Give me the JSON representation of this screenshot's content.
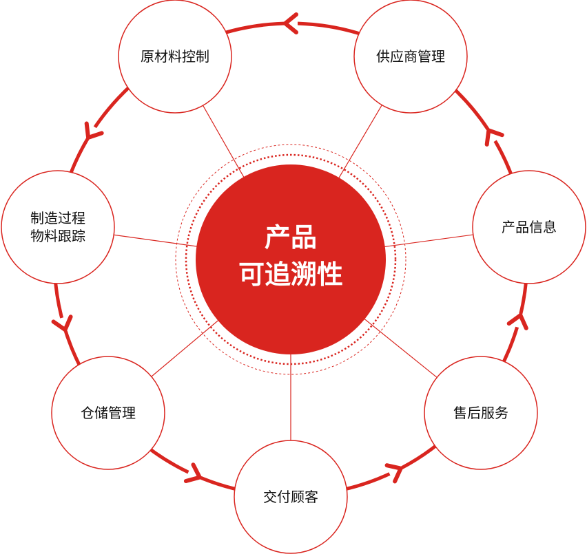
{
  "colors": {
    "accent": "#d9251f",
    "node_fill": "#ffffff",
    "text": "#111111"
  },
  "center": {
    "line1": "产品",
    "line2": "可追溯性"
  },
  "nodes": [
    {
      "id": "raw-material",
      "lines": [
        "原材料控制"
      ]
    },
    {
      "id": "supplier",
      "lines": [
        "供应商管理"
      ]
    },
    {
      "id": "product-info",
      "lines": [
        "产品信息"
      ]
    },
    {
      "id": "after-sales",
      "lines": [
        "售后服务"
      ]
    },
    {
      "id": "delivery",
      "lines": [
        "交付顾客"
      ]
    },
    {
      "id": "warehouse",
      "lines": [
        "仓储管理"
      ]
    },
    {
      "id": "manufacturing",
      "lines": [
        "制造过程",
        "物料跟踪"
      ]
    }
  ],
  "flow_direction": "counterclockwise"
}
